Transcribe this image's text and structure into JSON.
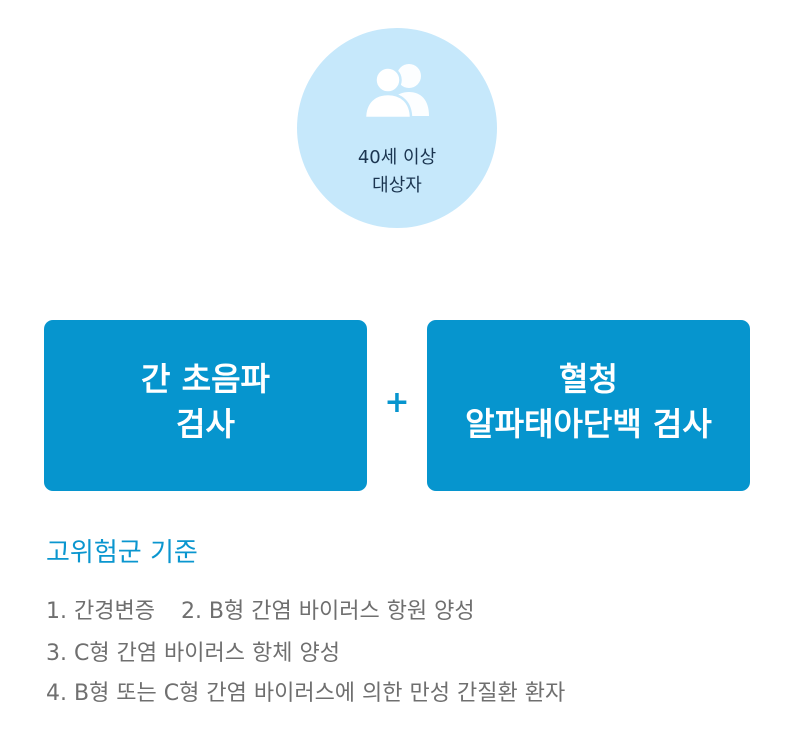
{
  "target": {
    "icon": "people-icon",
    "line1": "40세 이상",
    "line2": "대상자"
  },
  "exams": {
    "left": {
      "line1": "간 초음파",
      "line2": "검사"
    },
    "plus": "+",
    "right": {
      "line1": "혈청",
      "line2": "알파태아단백 검사"
    }
  },
  "criteria": {
    "title": "고위험군 기준",
    "item1": "1. 간경변증",
    "item2": "2. B형 간염 바이러스 항원 양성",
    "item3": "3. C형 간염 바이러스 항체 양성",
    "item4": "4. B형 또는 C형 간염 바이러스에 의한 만성 간질환 환자"
  },
  "colors": {
    "circle": "#c6e8fb",
    "box": "#0695ce",
    "title": "#0a96cf",
    "text": "#6f6f6f"
  }
}
